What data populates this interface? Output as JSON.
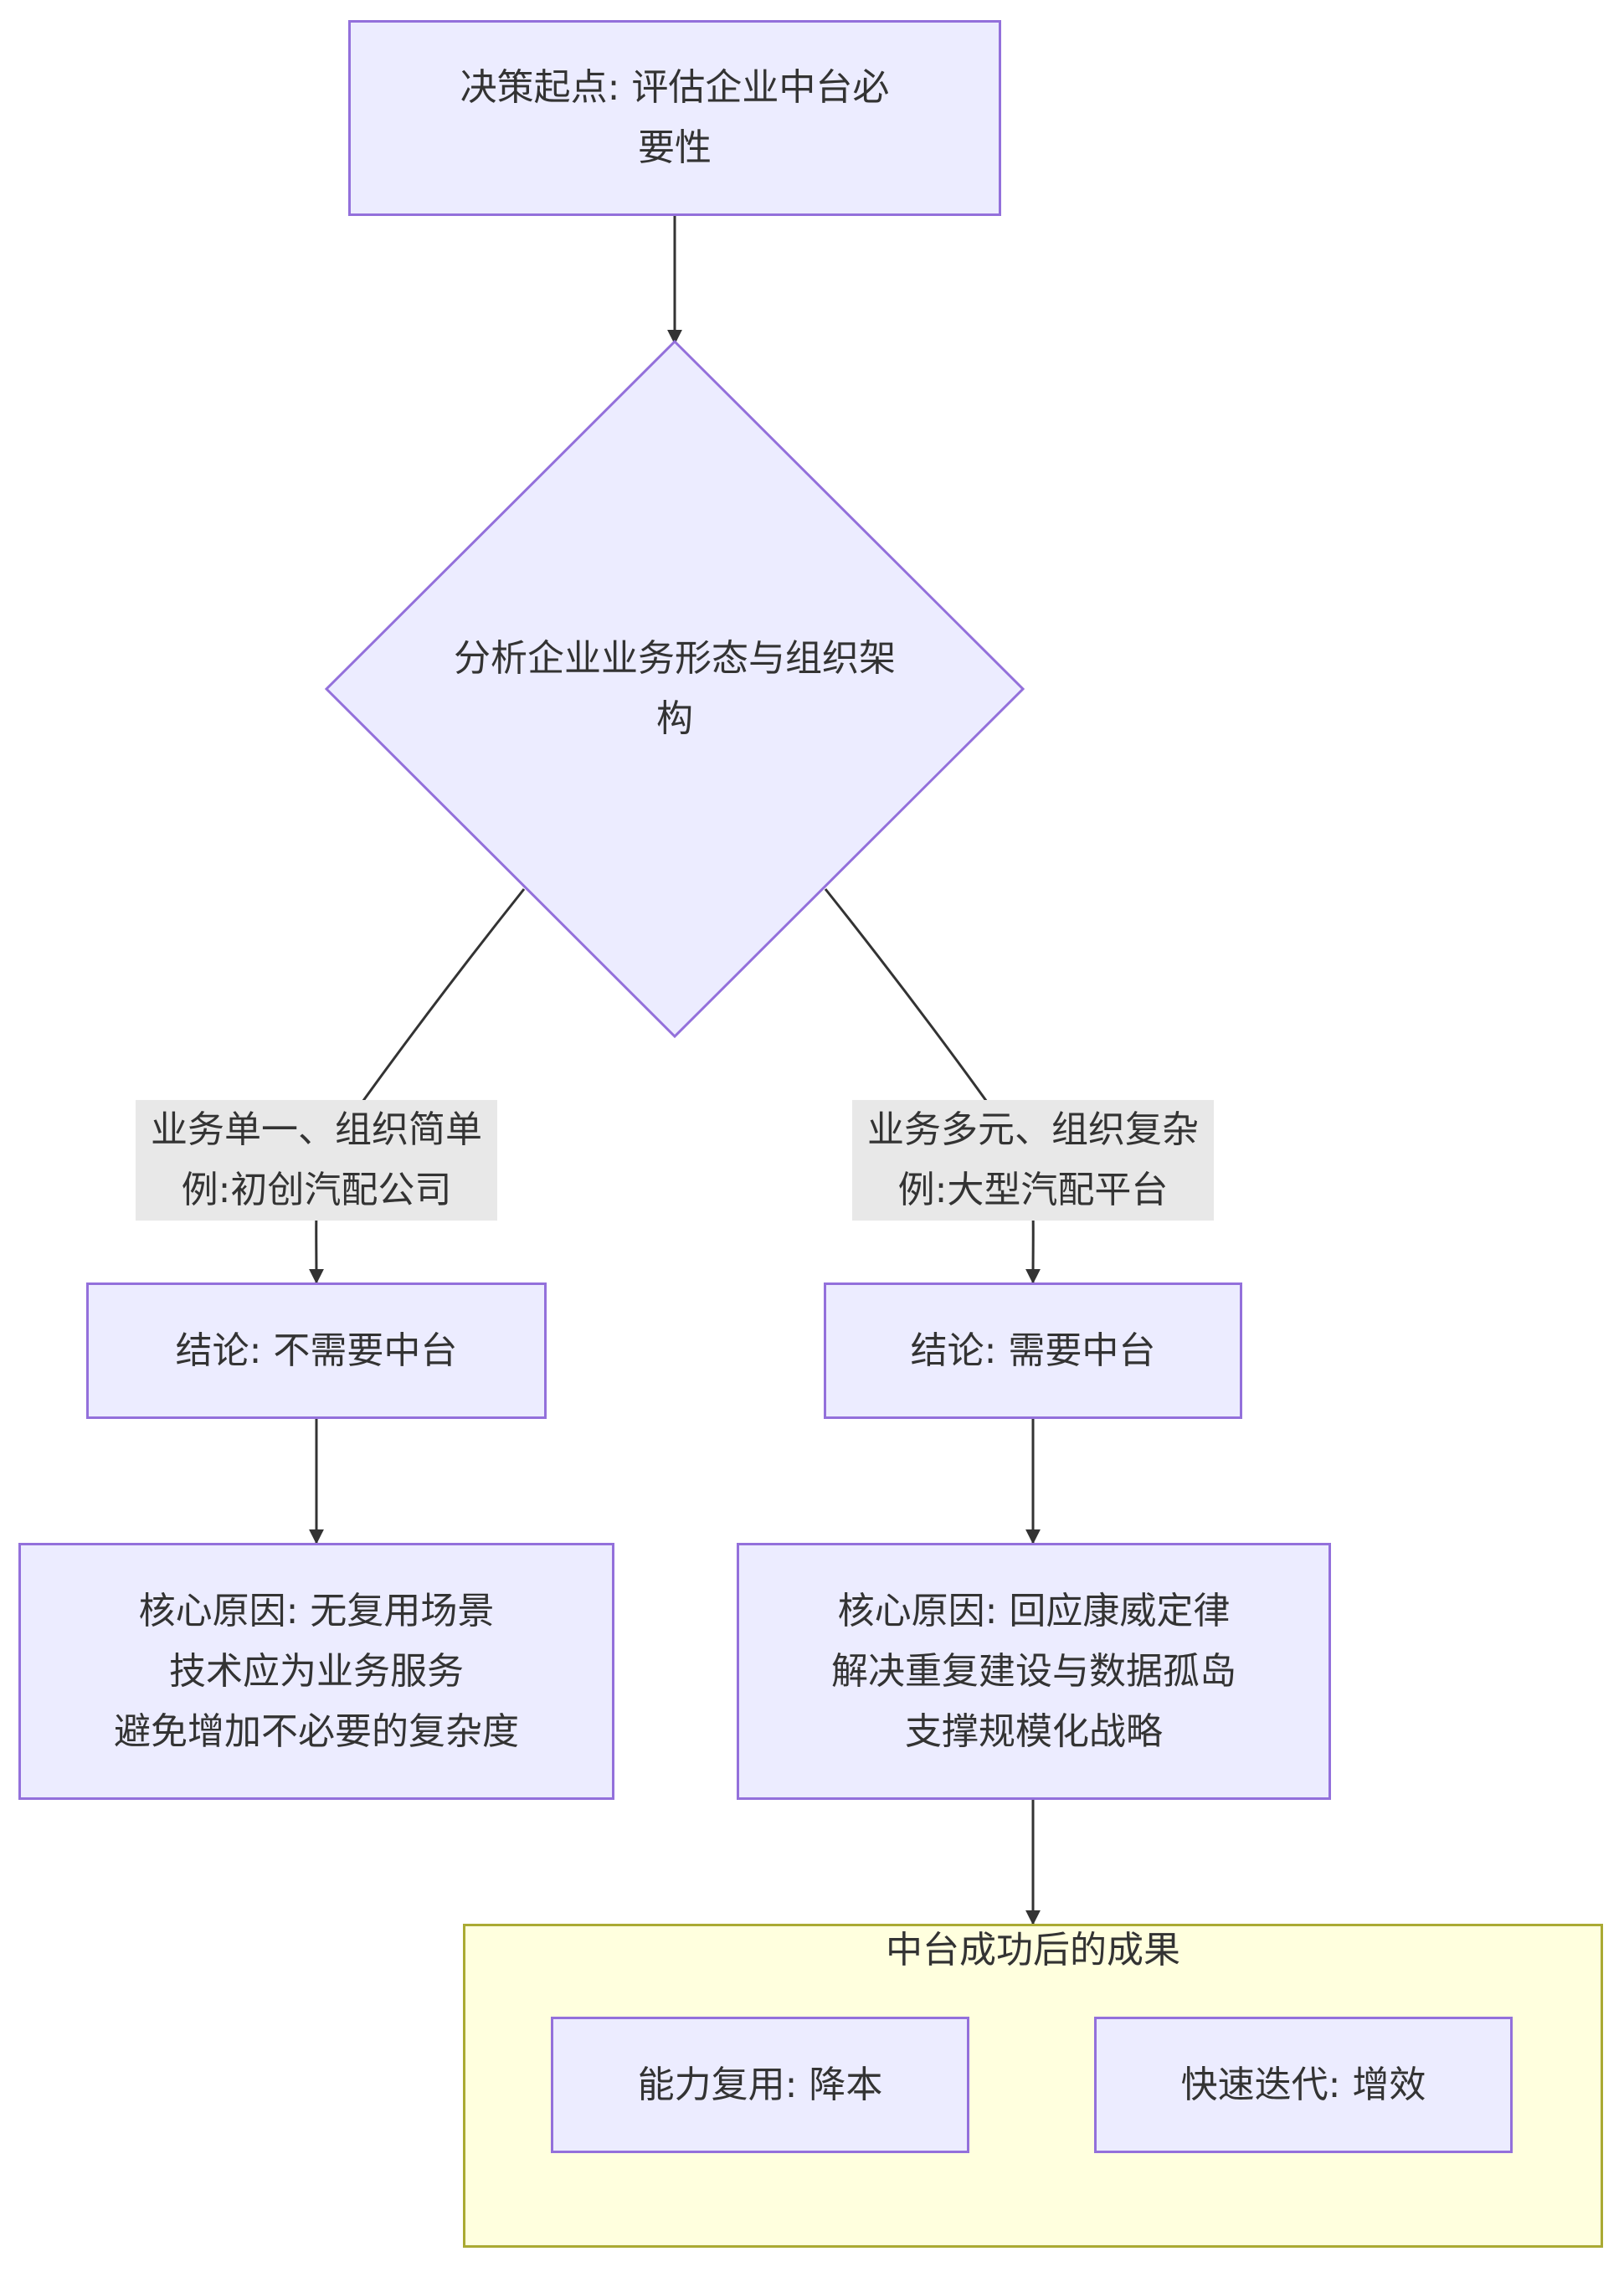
{
  "nodes": {
    "start": "决策起点: 评估企业中台必\n要性",
    "decision": "分析企业业务形态与组织架\n构",
    "no_conclusion": "结论: 不需要中台",
    "yes_conclusion": "结论: 需要中台",
    "no_reason": "核心原因: 无复用场景\n技术应为业务服务\n避免增加不必要的复杂度",
    "yes_reason": "核心原因: 回应康威定律\n解决重复建设与数据孤岛\n支撑规模化战略",
    "reuse": "能力复用: 降本",
    "iterate": "快速迭代: 增效"
  },
  "edge_labels": {
    "left": "业务单一、组织简单\n例:初创汽配公司",
    "right": "业务多元、组织复杂\n例:大型汽配平台"
  },
  "cluster": {
    "title": "中台成功后的成果"
  },
  "colors": {
    "node_fill": "#ECECFF",
    "node_stroke": "#9370DB",
    "edge": "#333333",
    "edge_label_bg": "#E8E8E8",
    "cluster_fill": "#FFFFDE",
    "cluster_stroke": "#AAAA33"
  }
}
